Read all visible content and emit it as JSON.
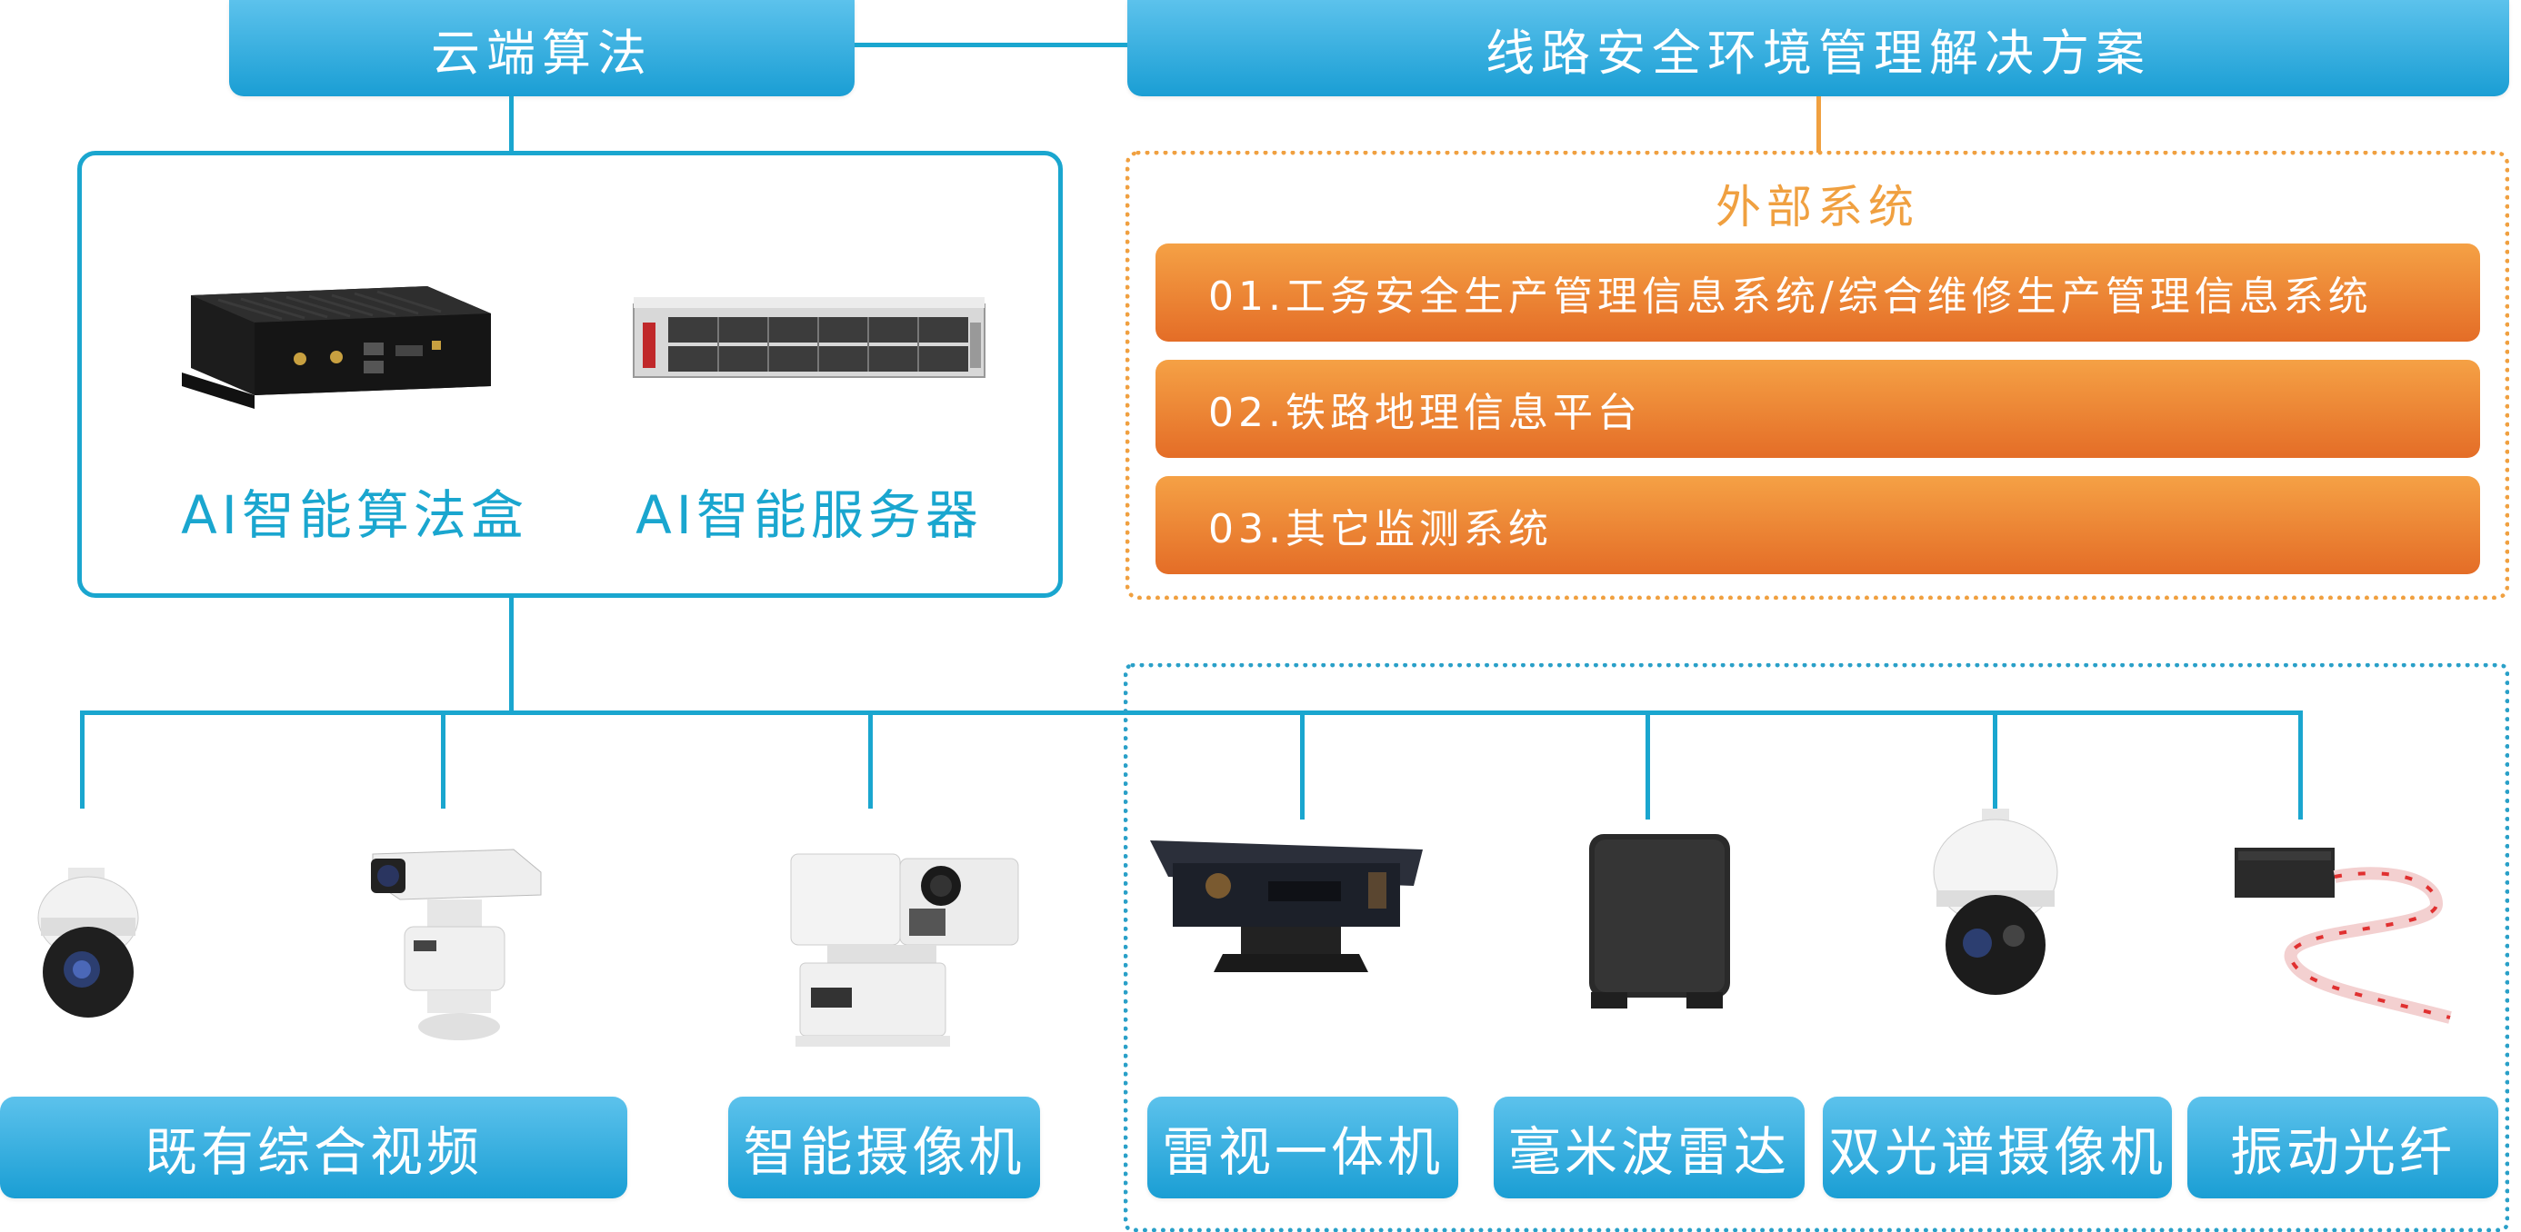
{
  "header": {
    "cloud_algorithm": "云端算法",
    "solution_title": "线路安全环境管理解决方案"
  },
  "core_devices": {
    "algorithm_box": "AI智能算法盒",
    "ai_server": "AI智能服务器"
  },
  "external": {
    "title": "外部系统",
    "items": [
      "01.工务安全生产管理信息系统/综合维修生产管理信息系统",
      "02.铁路地理信息平台",
      "03.其它监测系统"
    ]
  },
  "devices": [
    {
      "label": "既有综合视频",
      "icon": "dome-ptz-camera-icon"
    },
    {
      "label": "智能摄像机",
      "icon": "smart-camera-icon"
    },
    {
      "label": "雷视一体机",
      "icon": "radar-video-unit-icon"
    },
    {
      "label": "毫米波雷达",
      "icon": "mmwave-radar-icon"
    },
    {
      "label": "双光谱摄像机",
      "icon": "dual-spectrum-camera-icon"
    },
    {
      "label": "振动光纤",
      "icon": "vibration-fiber-icon"
    }
  ],
  "colors": {
    "blue_accent": "#1aa6cf",
    "blue_gradient_top": "#5cc2ec",
    "blue_gradient_bottom": "#1a9ed4",
    "orange_gradient_top": "#f5a145",
    "orange_gradient_bottom": "#e46d27",
    "dotted_border_blue": "#2aa0c8",
    "dotted_border_orange": "#f0a040"
  }
}
